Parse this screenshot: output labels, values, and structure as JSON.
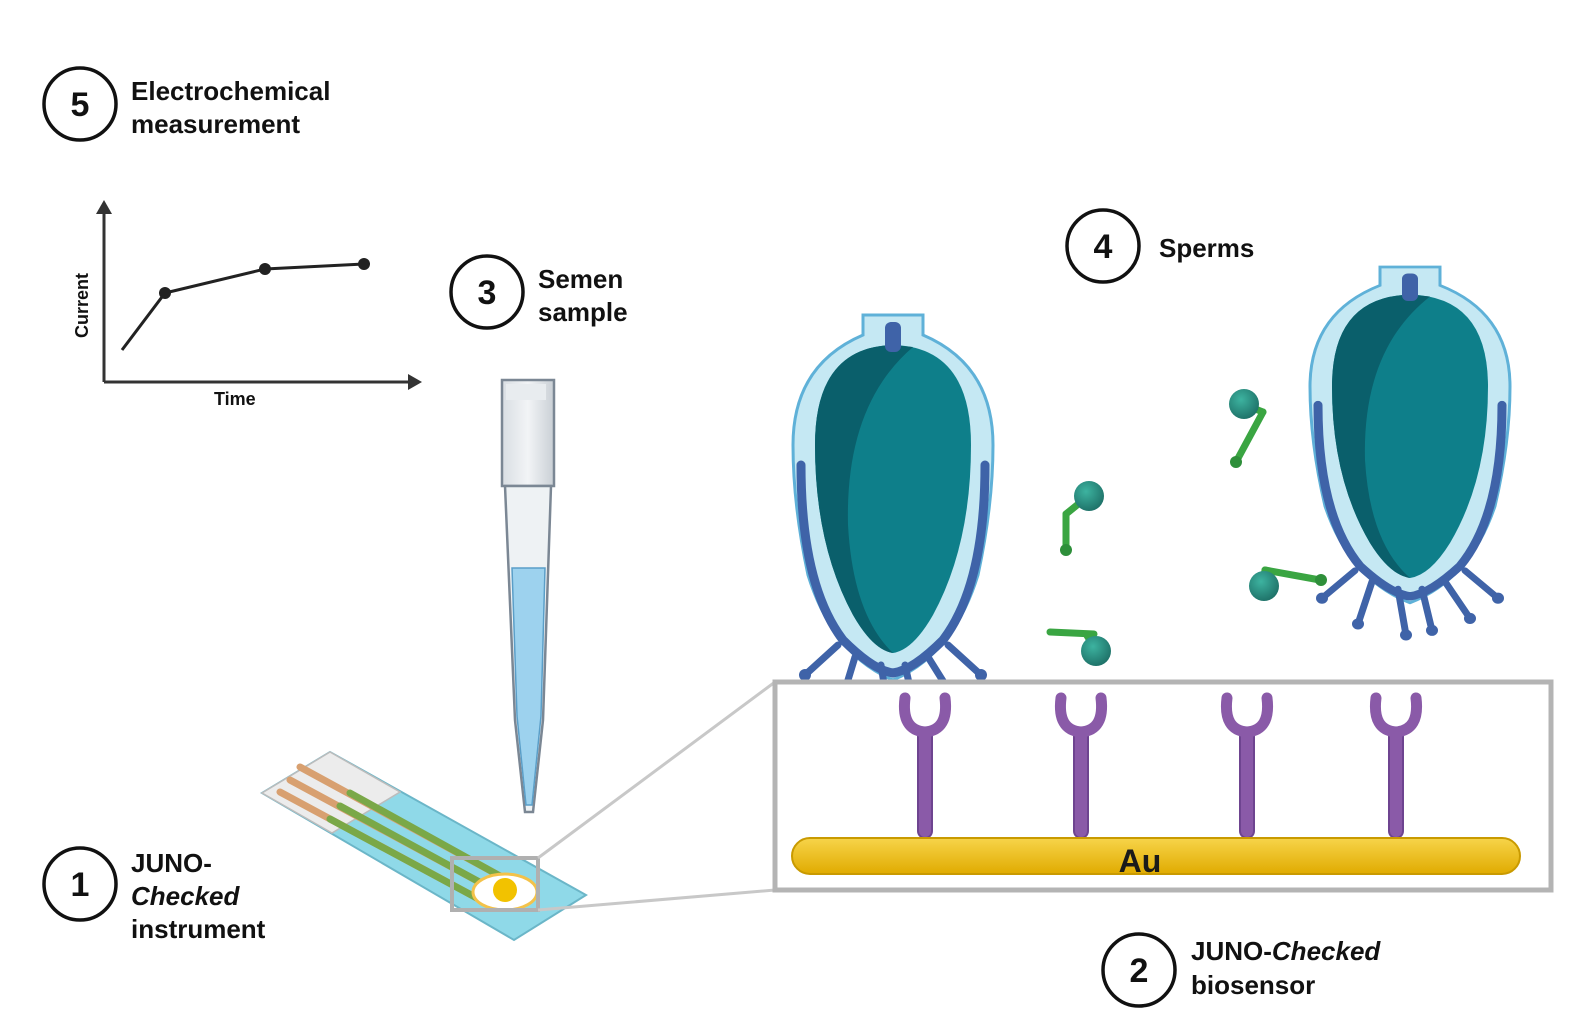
{
  "steps": {
    "s1": {
      "num": "1",
      "line1": "JUNO-",
      "line2": "Checked",
      "line3": "instrument"
    },
    "s2": {
      "num": "2",
      "line1a": "JUNO-",
      "line1b": "Checked",
      "line2": "biosensor"
    },
    "s3": {
      "num": "3",
      "line1": "Semen",
      "line2": "sample"
    },
    "s4": {
      "num": "4",
      "line1": "Sperms"
    },
    "s5": {
      "num": "5",
      "line1": "Electrochemical",
      "line2": "measurement"
    }
  },
  "plot": {
    "ylabel": "Current",
    "xlabel": "Time"
  },
  "electrode": {
    "label": "Au"
  },
  "colors": {
    "gold": "#f2c200",
    "antibody": "#8a5aa8",
    "sperm_head": "#0e7f8a",
    "sperm_head_dark": "#0a5f6b",
    "sperm_outer": "#bfe3f0",
    "sperm_edge": "#3f63a8",
    "protein": "#2e8f7a",
    "protein_stick": "#3aa542",
    "strip": "#8fd9e8",
    "frame": "#b4b4b4"
  }
}
